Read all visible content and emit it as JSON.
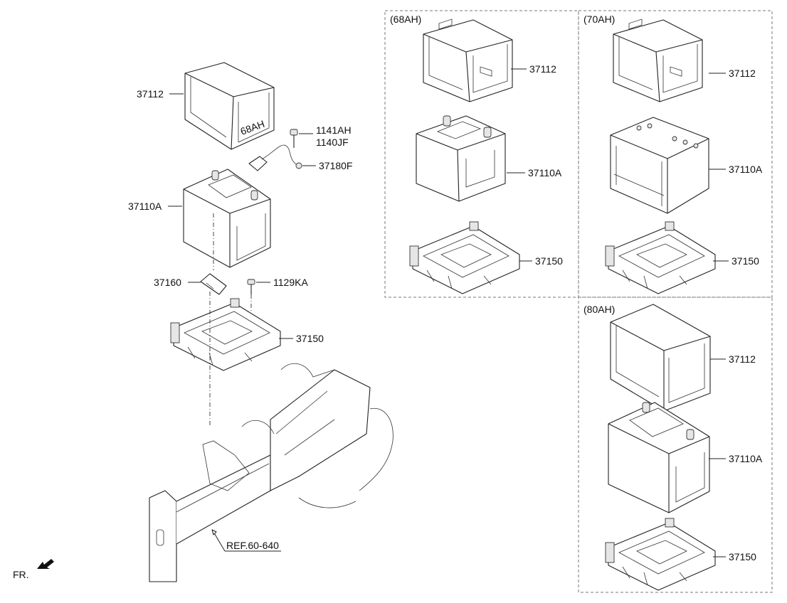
{
  "variants": {
    "ah68": {
      "title": "(68AH)",
      "tray": "37112",
      "battery": "37110A",
      "bracket": "37150"
    },
    "ah70": {
      "title": "(70AH)",
      "tray": "37112",
      "battery": "37110A",
      "bracket": "37150"
    },
    "ah80": {
      "title": "(80AH)",
      "tray": "37112",
      "battery": "37110A",
      "bracket": "37150"
    }
  },
  "main": {
    "tray": "37112",
    "bolt_a": "1141AH",
    "bolt_b": "1140JF",
    "cable": "37180F",
    "battery": "37110A",
    "clamp": "37160",
    "bolt_c": "1129KA",
    "bracket": "37150",
    "ref": "REF.60-640",
    "tray_stamp": "68AH"
  },
  "orientation": {
    "label": "FR."
  }
}
